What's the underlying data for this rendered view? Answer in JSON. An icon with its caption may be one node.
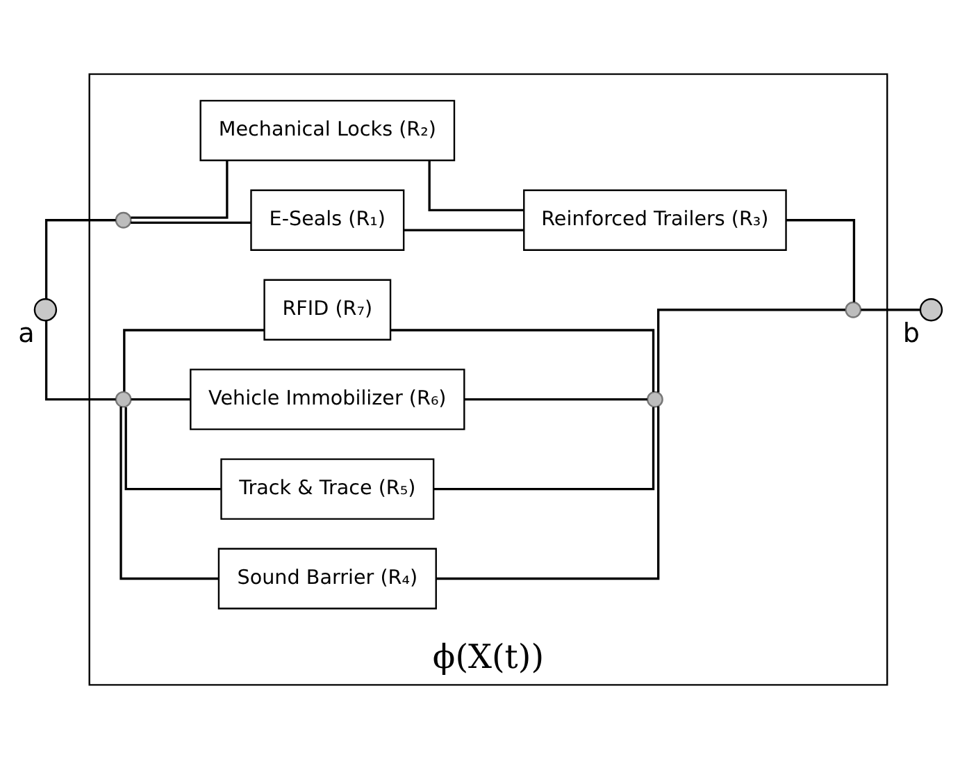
{
  "diagram": {
    "nodes": [
      {
        "text": [
          "ϕ(X(t))"
        ]
      },
      {
        "text": [
          "a"
        ]
      },
      {
        "text": [],
        "shape": "circle",
        "in": 0
      },
      {
        "text": [],
        "shape": "circle",
        "in": 0
      },
      {
        "text": [
          "E-Seals (R₁)"
        ],
        "in": 0
      },
      {
        "text": [
          "Mechanical Locks (R₂)"
        ],
        "in": 0
      },
      {
        "text": [
          "Reinforced Trailers (R₃)"
        ],
        "in": 0
      },
      {
        "text": [
          "Sound Barrier (R₄)"
        ],
        "in": 0
      },
      {
        "text": [
          "Track & Trace (R₅)"
        ],
        "in": 0
      },
      {
        "text": [
          "Vehicle Immobilizer (R₆)"
        ],
        "in": 0
      },
      {
        "text": [
          "RFID (R₇)"
        ],
        "in": 0
      },
      {
        "text": [],
        "shape": "circle",
        "in": 0
      },
      {
        "text": [],
        "shape": "circle",
        "in": 0
      },
      {
        "text": [
          "b"
        ]
      }
    ],
    "edges": [
      {
        "from": 1,
        "to": 2,
        "arrow": "none"
      },
      {
        "from": 1,
        "to": 3,
        "arrow": "none"
      },
      {
        "from": 2,
        "to": 4,
        "arrow": "none"
      },
      {
        "from": 2,
        "to": 5,
        "arrow": "none"
      },
      {
        "from": 4,
        "to": 6,
        "arrow": "none"
      },
      {
        "from": 5,
        "to": 6,
        "arrow": "none"
      },
      {
        "from": 6,
        "to": 12,
        "arrow": "none"
      },
      {
        "from": 3,
        "to": 7,
        "arrow": "none"
      },
      {
        "from": 3,
        "to": 8,
        "arrow": "none"
      },
      {
        "from": 3,
        "to": 9,
        "arrow": "none"
      },
      {
        "from": 3,
        "to": 10,
        "arrow": "none"
      },
      {
        "from": 7,
        "to": 11,
        "arrow": "none"
      },
      {
        "from": 8,
        "to": 11,
        "arrow": "none"
      },
      {
        "from": 9,
        "to": 11,
        "arrow": "none"
      },
      {
        "from": 10,
        "to": 11,
        "arrow": "none"
      },
      {
        "from": 11,
        "to": 12,
        "arrow": "none"
      },
      {
        "from": 12,
        "to": 13,
        "arrow": "none"
      }
    ]
  }
}
